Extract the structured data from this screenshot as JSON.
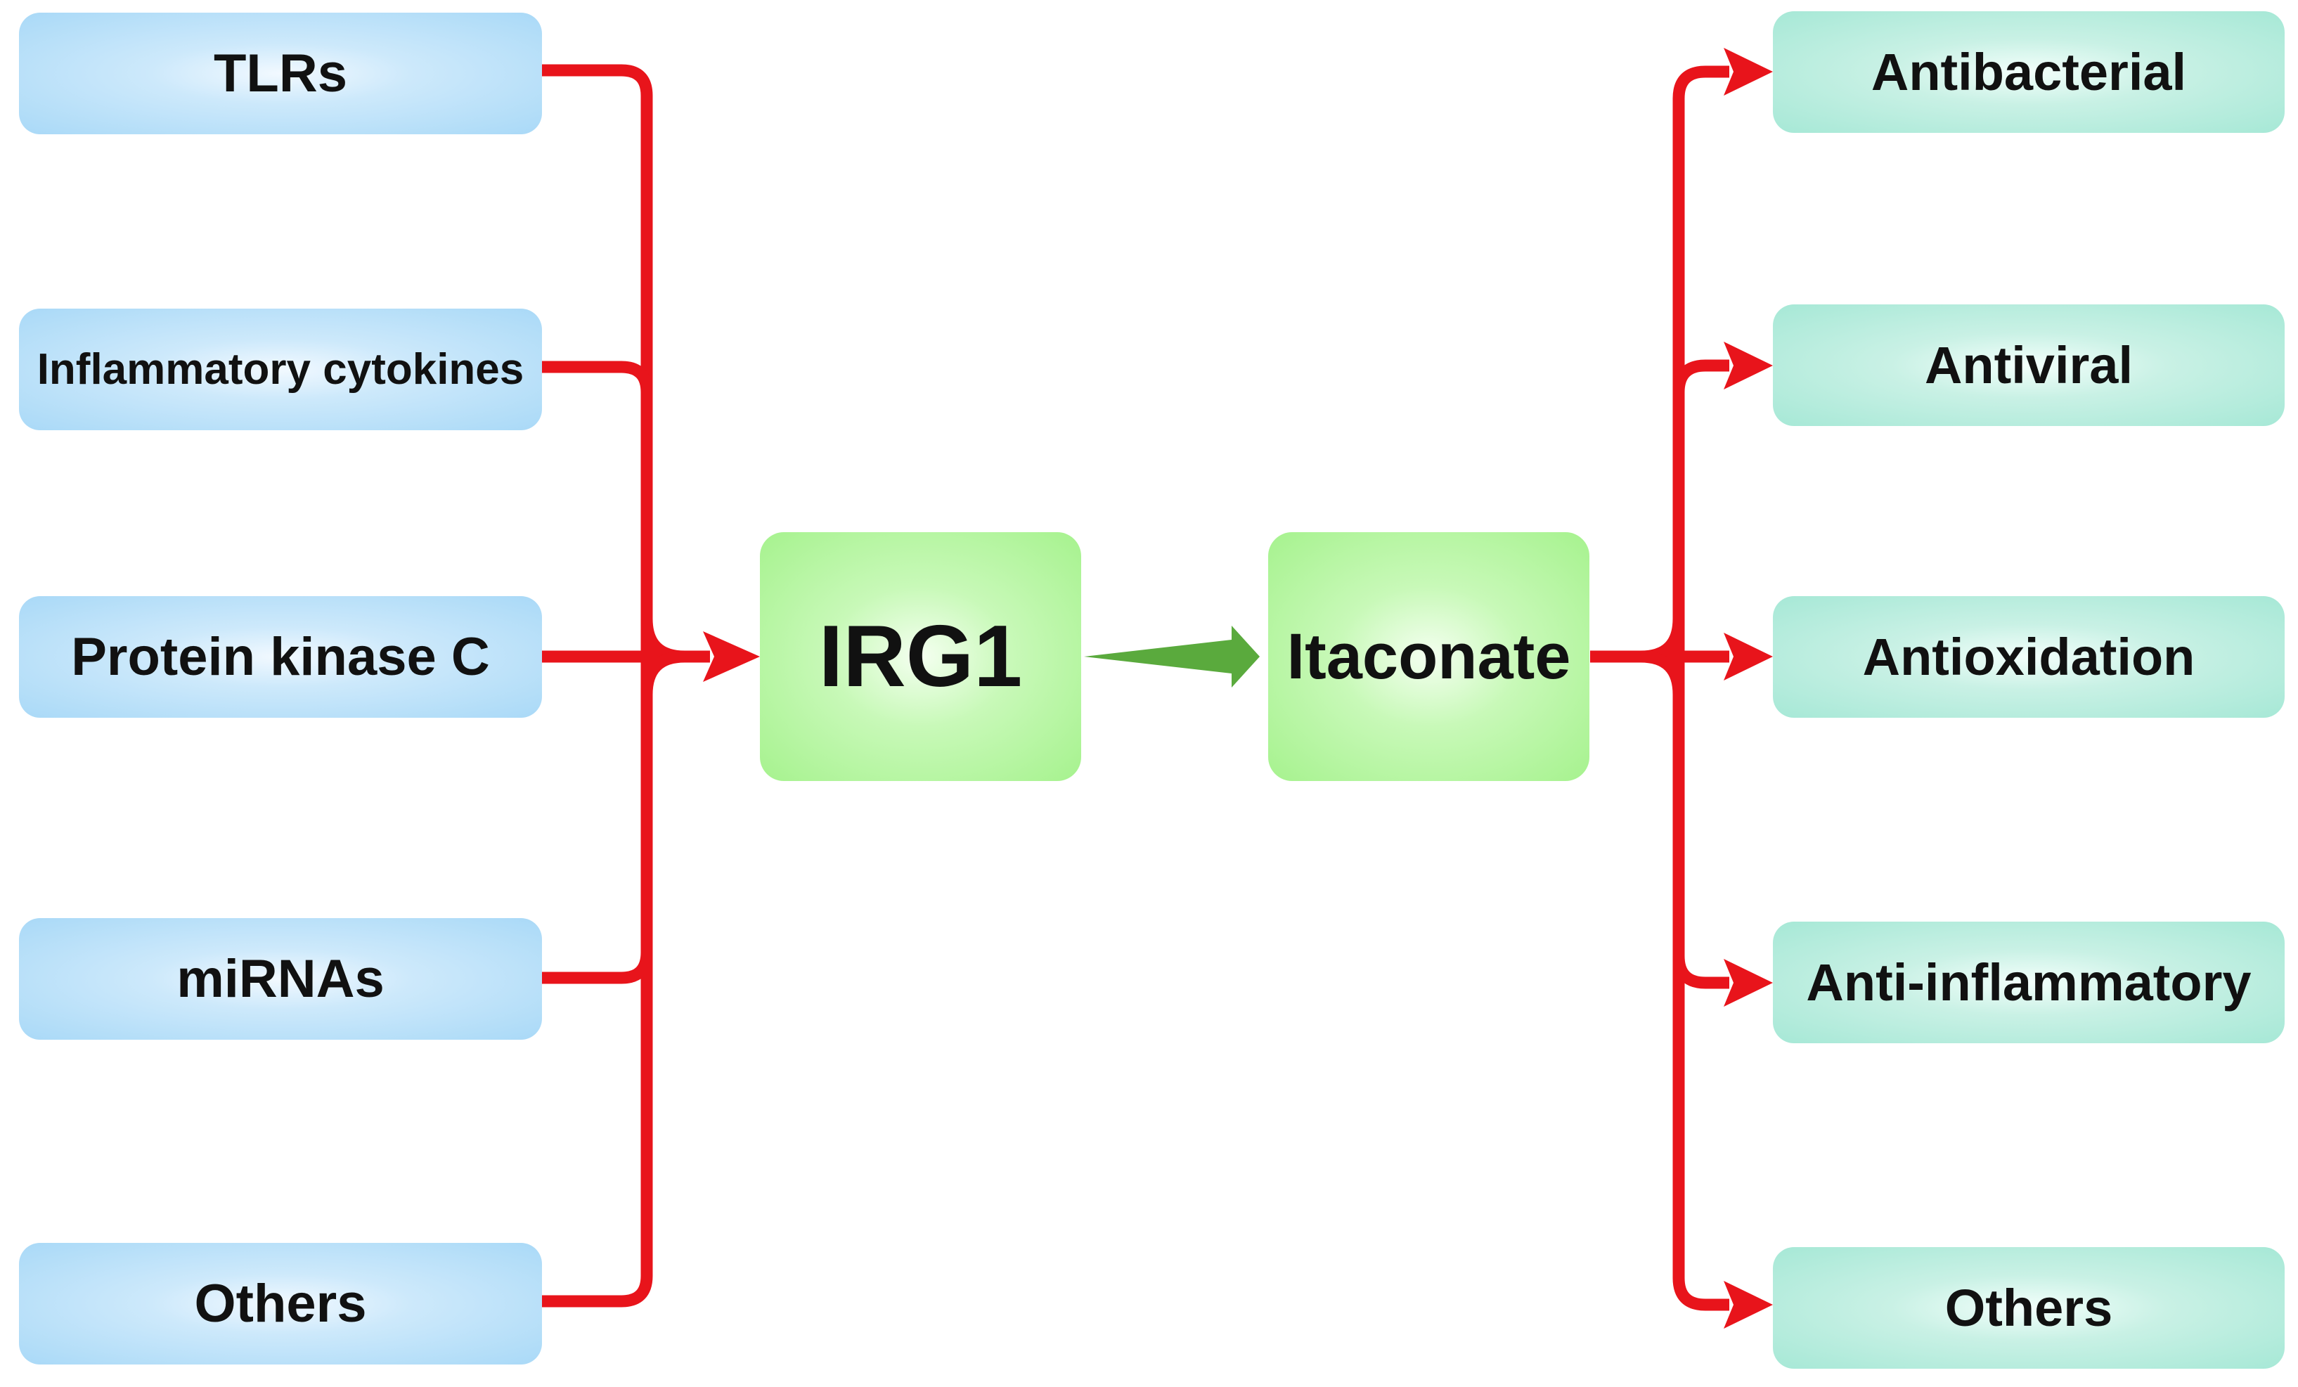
{
  "diagram": {
    "inputs": [
      {
        "label": "TLRs"
      },
      {
        "label": "Inflammatory cytokines"
      },
      {
        "label": "Protein kinase C"
      },
      {
        "label": "miRNAs"
      },
      {
        "label": "Others"
      }
    ],
    "center": {
      "enzyme": "IRG1",
      "product": "Itaconate"
    },
    "outputs": [
      {
        "label": "Antibacterial"
      },
      {
        "label": "Antiviral"
      },
      {
        "label": "Antioxidation"
      },
      {
        "label": "Anti-inflammatory"
      },
      {
        "label": "Others"
      }
    ],
    "colors": {
      "red_connector": "#e8141b",
      "green_arrow": "#5aaa3d",
      "input_box": "#a9d9f7",
      "center_box": "#a6f28e",
      "output_box": "#a6e8d6"
    }
  }
}
